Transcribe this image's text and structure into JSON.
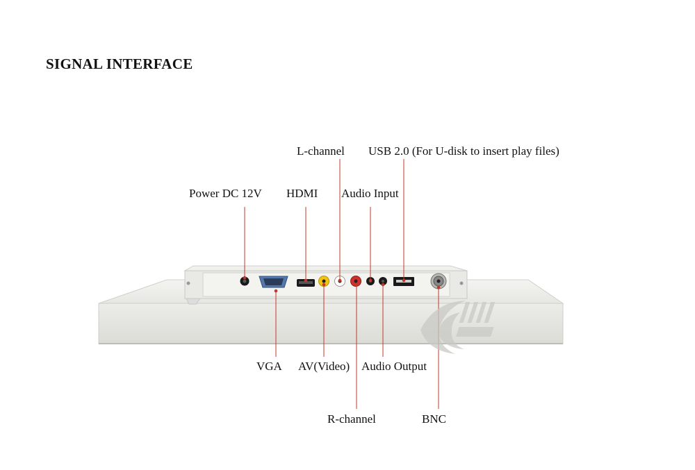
{
  "title": "SIGNAL INTERFACE",
  "labels": {
    "l_channel": "L-channel",
    "usb": "USB 2.0 (For U-disk to insert play files)",
    "power": "Power DC 12V",
    "hdmi": "HDMI",
    "audio_input": "Audio Input",
    "vga": "VGA",
    "av_video": "AV(Video)",
    "audio_output": "Audio Output",
    "r_channel": "R-channel",
    "bnc": "BNC"
  },
  "logo": {
    "icon": "ic-link-logo-icon"
  },
  "colors": {
    "pointer": "#c0392b",
    "panel": "#eeeeea",
    "panel_shadow": "#cfcfca"
  }
}
